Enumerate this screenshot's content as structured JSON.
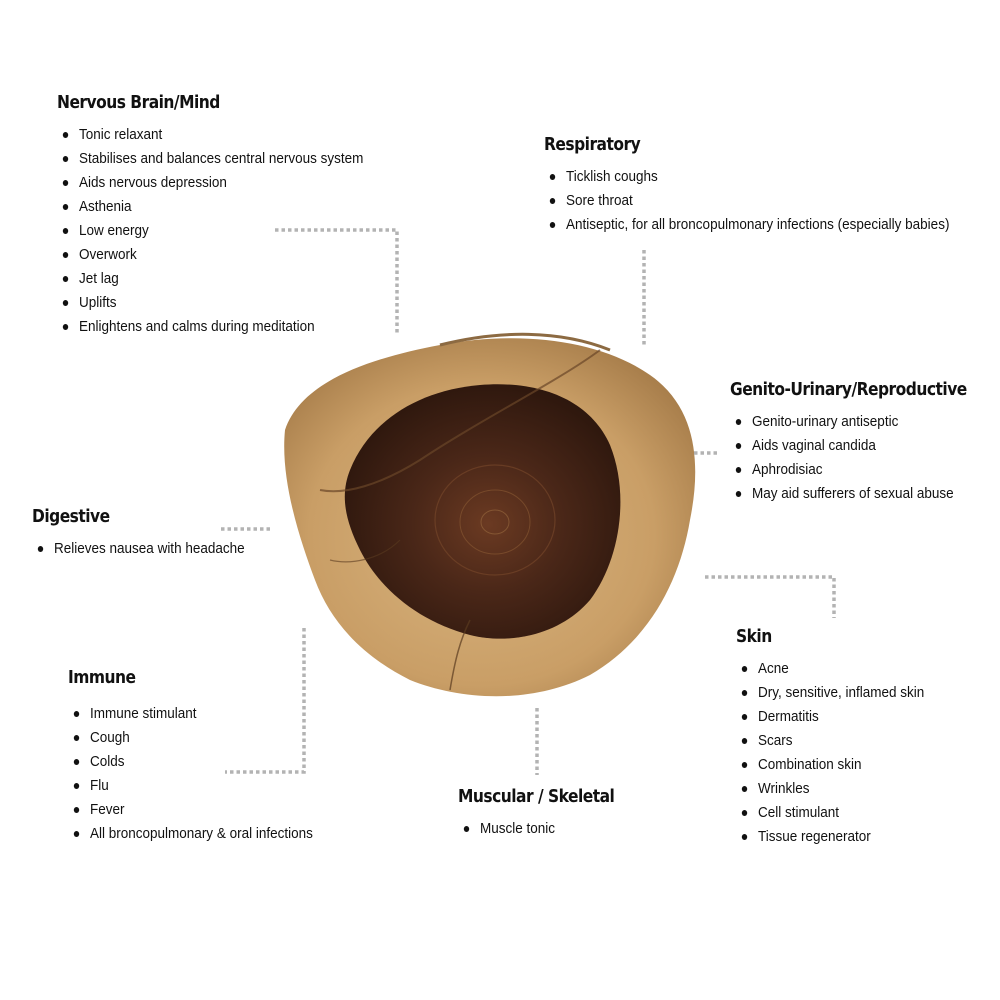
{
  "sections": {
    "nervous": {
      "title": "Nervous Brain/Mind",
      "items": [
        "Tonic relaxant",
        "Stabilises and balances central nervous system",
        "Aids nervous depression",
        "Asthenia",
        "Low energy",
        "Overwork",
        "Jet lag",
        "Uplifts",
        "Enlightens and calms during meditation"
      ]
    },
    "respiratory": {
      "title": "Respiratory",
      "items": [
        "Ticklish coughs",
        "Sore throat",
        "Antiseptic, for all broncopulmonary infections (especially babies)"
      ]
    },
    "genito": {
      "title": "Genito-Urinary/Reproductive",
      "items": [
        "Genito-urinary antiseptic",
        "Aids vaginal candida",
        "Aphrodisiac",
        "May aid sufferers of sexual abuse"
      ]
    },
    "digestive": {
      "title": "Digestive",
      "items": [
        "Relieves nausea with headache"
      ]
    },
    "skin": {
      "title": "Skin",
      "items": [
        "Acne",
        "Dry, sensitive, inflamed skin",
        "Dermatitis",
        "Scars",
        "Combination skin",
        "Wrinkles",
        "Cell stimulant",
        "Tissue regenerator"
      ]
    },
    "immune": {
      "title": "Immune",
      "items": [
        "Immune stimulant",
        "Cough",
        "Colds",
        "Flu",
        "Fever",
        "All broncopulmonary & oral  infections"
      ]
    },
    "muscular": {
      "title": "Muscular / Skeletal",
      "items": [
        "Muscle tonic"
      ]
    }
  },
  "colors": {
    "connector": "#b3b3b3",
    "sapwood": "#c9a06a",
    "heartwood": "#3a1e12",
    "text": "#111111"
  }
}
